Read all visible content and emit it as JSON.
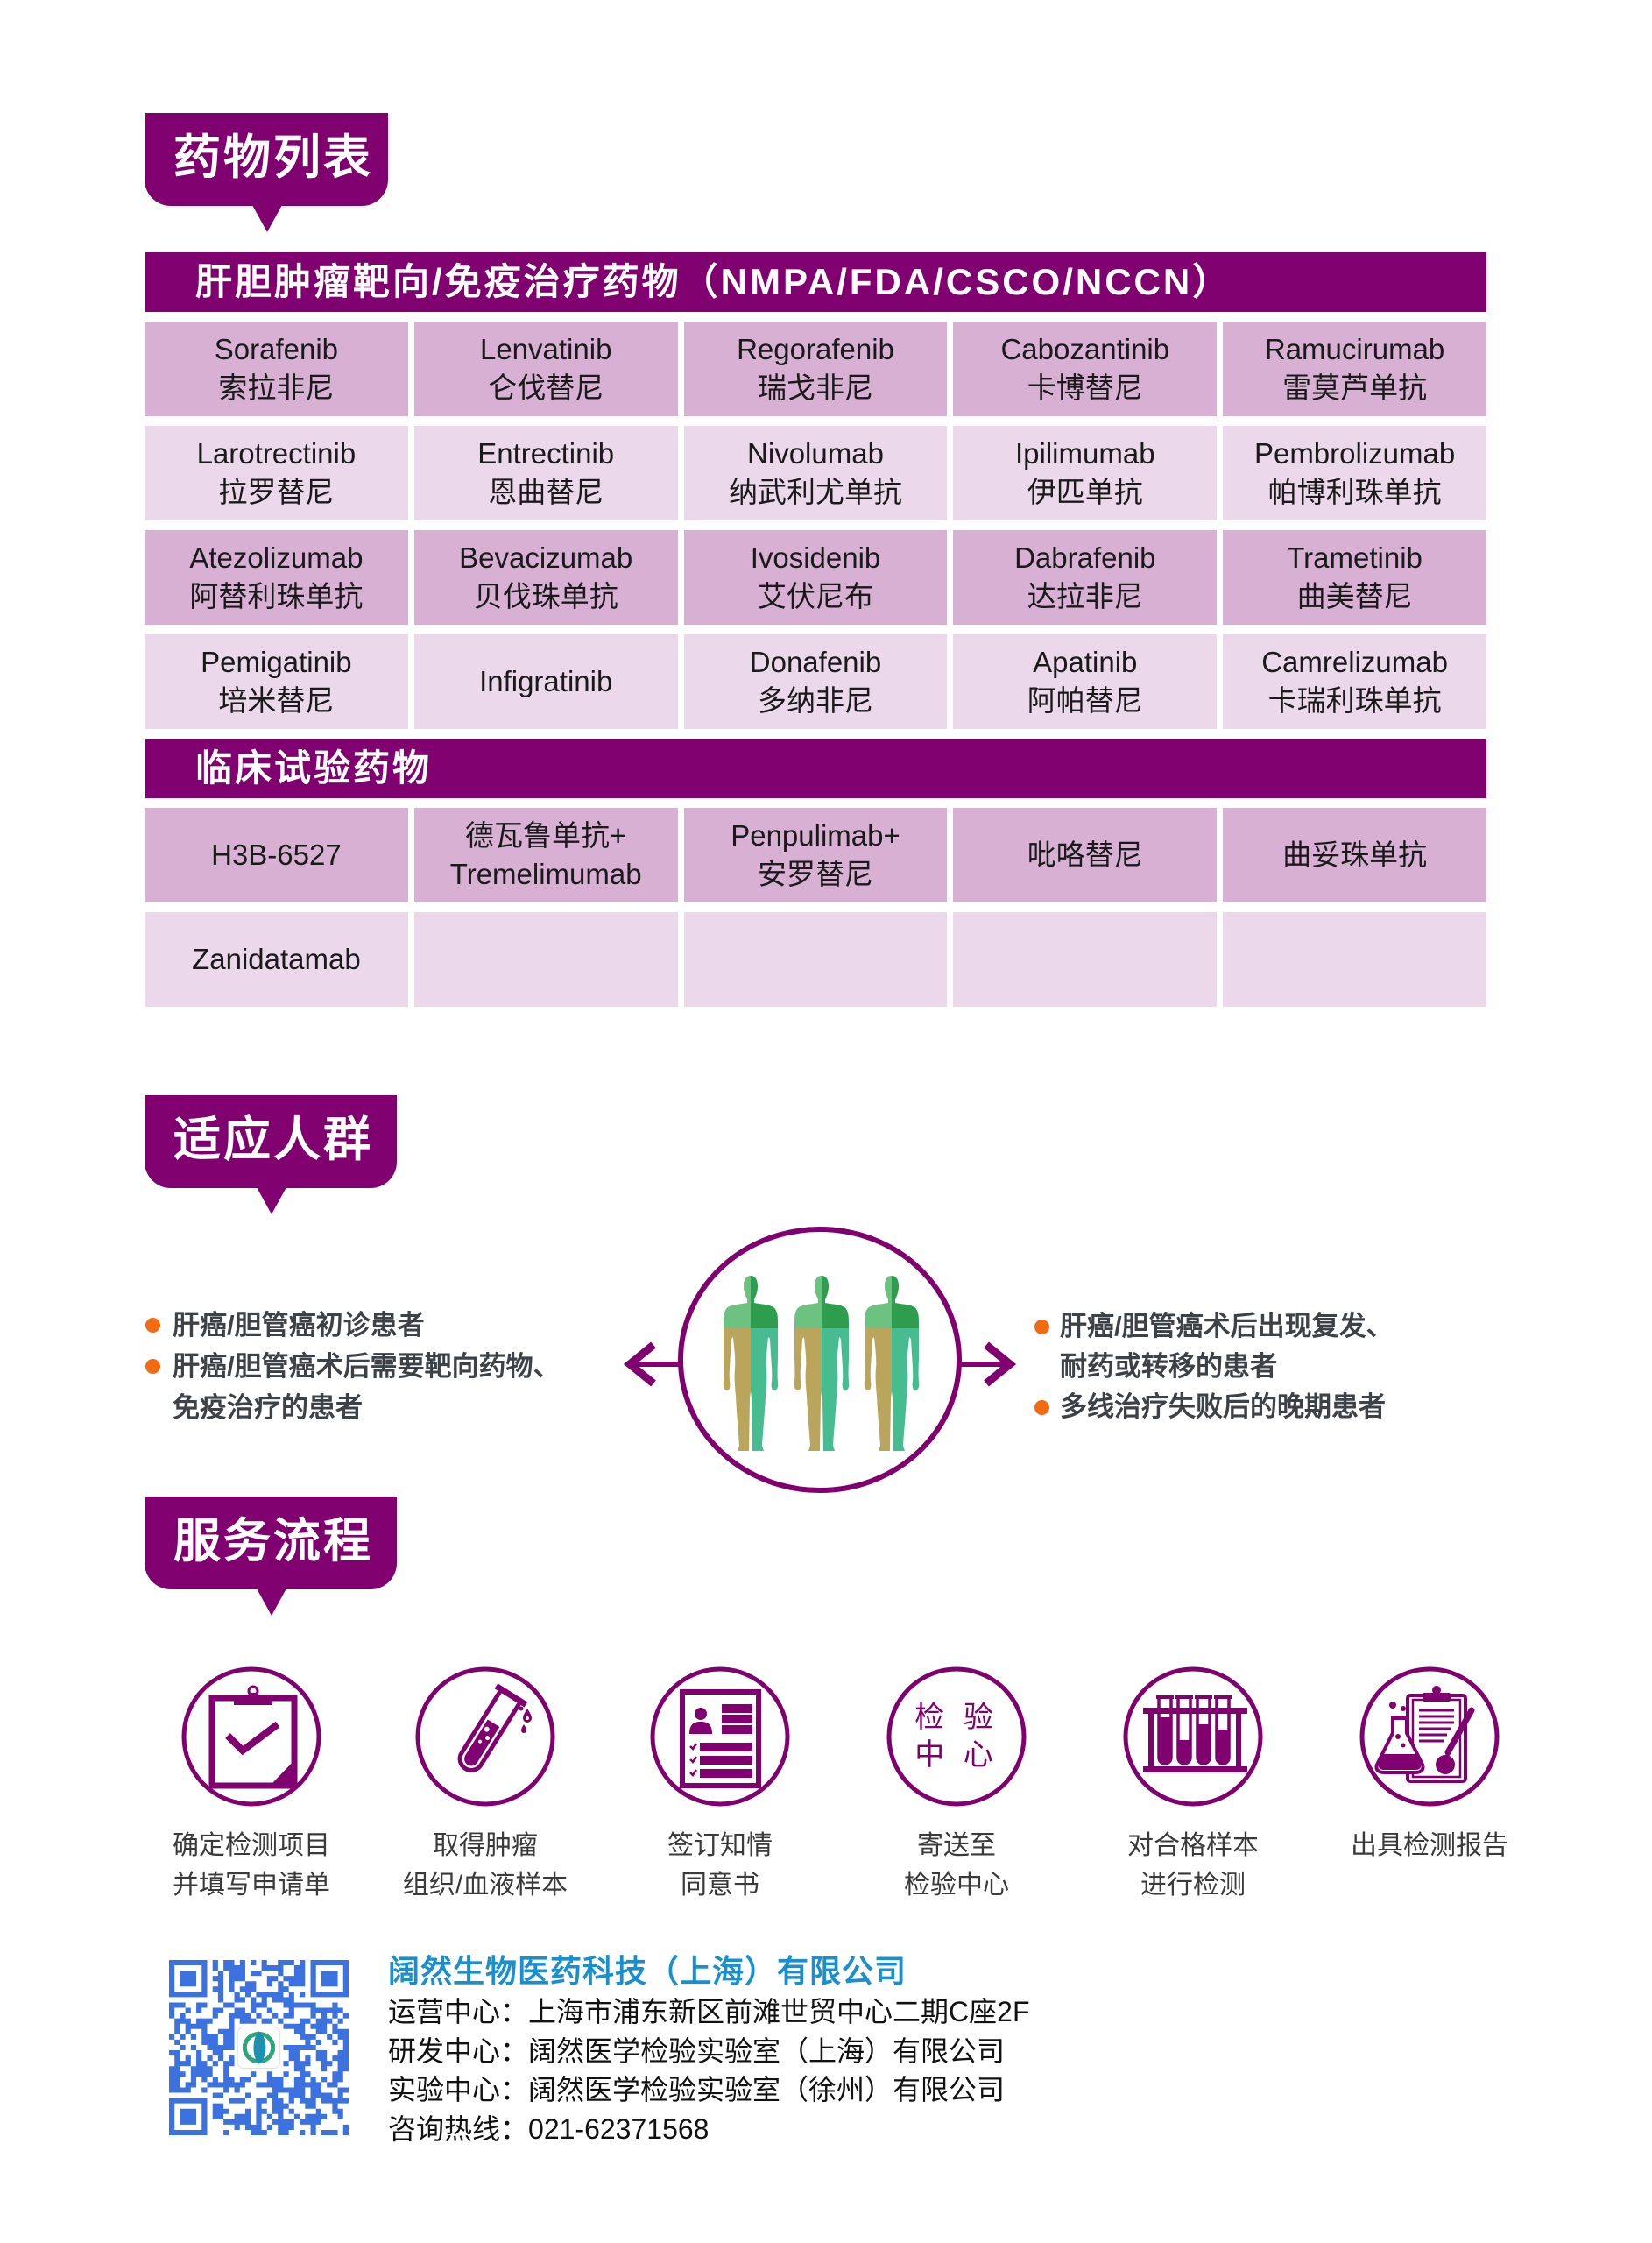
{
  "colors": {
    "brand_purple": "#800070",
    "row_dark": "#d7b0d4",
    "row_light": "#ecd8eb",
    "bullet_orange": "#f26a12",
    "company_blue": "#1a8fd0",
    "qr_blue": "#3c72e0",
    "figure": {
      "upper_left": "#6dc281",
      "upper_right": "#2e9e4e",
      "lower_left": "#b9a55b",
      "lower_right": "#47bc90"
    }
  },
  "drug_list": {
    "tag": "药物列表",
    "approved": {
      "title": "肝胆肿瘤靶向/免疫治疗药物（NMPA/FDA/CSCO/NCCN）",
      "rows": [
        [
          {
            "en": "Sorafenib",
            "zh": "索拉非尼"
          },
          {
            "en": "Lenvatinib",
            "zh": "仑伐替尼"
          },
          {
            "en": "Regorafenib",
            "zh": "瑞戈非尼"
          },
          {
            "en": "Cabozantinib",
            "zh": "卡博替尼"
          },
          {
            "en": "Ramucirumab",
            "zh": "雷莫芦单抗"
          }
        ],
        [
          {
            "en": "Larotrectinib",
            "zh": "拉罗替尼"
          },
          {
            "en": "Entrectinib",
            "zh": "恩曲替尼"
          },
          {
            "en": "Nivolumab",
            "zh": "纳武利尤单抗"
          },
          {
            "en": "Ipilimumab",
            "zh": "伊匹单抗"
          },
          {
            "en": "Pembrolizumab",
            "zh": "帕博利珠单抗"
          }
        ],
        [
          {
            "en": "Atezolizumab",
            "zh": "阿替利珠单抗"
          },
          {
            "en": "Bevacizumab",
            "zh": "贝伐珠单抗"
          },
          {
            "en": "Ivosidenib",
            "zh": "艾伏尼布"
          },
          {
            "en": "Dabrafenib",
            "zh": "达拉非尼"
          },
          {
            "en": "Trametinib",
            "zh": "曲美替尼"
          }
        ],
        [
          {
            "en": "Pemigatinib",
            "zh": "培米替尼"
          },
          {
            "en": "Infigratinib"
          },
          {
            "en": "Donafenib",
            "zh": "多纳非尼"
          },
          {
            "en": "Apatinib",
            "zh": "阿帕替尼"
          },
          {
            "en": "Camrelizumab",
            "zh": "卡瑞利珠单抗"
          }
        ]
      ]
    },
    "clinical": {
      "title": "临床试验药物",
      "rows": [
        [
          {
            "line1": "H3B-6527"
          },
          {
            "line1": "德瓦鲁单抗+",
            "line2": "Tremelimumab"
          },
          {
            "line1": "Penpulimab+",
            "line2": "安罗替尼"
          },
          {
            "line1": "吡咯替尼"
          },
          {
            "line1": "曲妥珠单抗"
          }
        ],
        [
          {
            "line1": "Zanidatamab"
          },
          {},
          {},
          {},
          {}
        ]
      ]
    }
  },
  "indications": {
    "tag": "适应人群",
    "center_icon": "people-group-icon",
    "left": [
      {
        "lines": [
          "肝癌/胆管癌初诊患者"
        ]
      },
      {
        "lines": [
          "肝癌/胆管癌术后需要靶向药物、",
          "免疫治疗的患者"
        ]
      }
    ],
    "right": [
      {
        "lines": [
          "肝癌/胆管癌术后出现复发、",
          "耐药或转移的患者"
        ]
      },
      {
        "lines": [
          "多线治疗失败后的晚期患者"
        ]
      }
    ]
  },
  "process": {
    "tag": "服务流程",
    "steps": [
      {
        "icon": "clipboard-check-icon",
        "lines": [
          "确定检测项目",
          "并填写申请单"
        ]
      },
      {
        "icon": "test-tube-icon",
        "lines": [
          "取得肿瘤",
          "组织/血液样本"
        ]
      },
      {
        "icon": "consent-form-icon",
        "lines": [
          "签订知情",
          "同意书"
        ]
      },
      {
        "icon": "lab-center-icon",
        "icon_text": [
          "检 验",
          "中 心"
        ],
        "lines": [
          "寄送至",
          "检验中心"
        ]
      },
      {
        "icon": "test-tube-rack-icon",
        "lines": [
          "对合格样本",
          "进行检测"
        ]
      },
      {
        "icon": "lab-report-icon",
        "lines": [
          "出具检测报告"
        ]
      }
    ]
  },
  "footer": {
    "qr_icon": "qr-code-icon",
    "company": "阔然生物医药科技（上海）有限公司",
    "separator": "：",
    "lines": [
      {
        "label": "运营中心",
        "value": "上海市浦东新区前滩世贸中心二期C座2F"
      },
      {
        "label": "研发中心",
        "value": "阔然医学检验实验室（上海）有限公司"
      },
      {
        "label": "实验中心",
        "value": "阔然医学检验实验室（徐州）有限公司"
      },
      {
        "label": "咨询热线",
        "value": "021-62371568"
      }
    ]
  }
}
